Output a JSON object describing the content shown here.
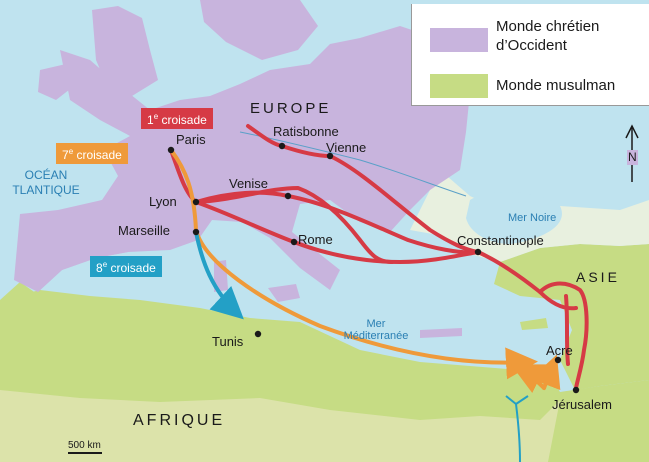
{
  "legend": {
    "christian": {
      "label_line1": "Monde chrétien",
      "label_line2": "d’Occident",
      "color": "#c8b4dd"
    },
    "muslim": {
      "label": "Monde musulman",
      "color": "#c6dc84"
    }
  },
  "colors": {
    "sea": "#bfe3ef",
    "land_other": "#f2efdf",
    "crusade_1": "#d63a45",
    "crusade_7": "#ef9a3a",
    "crusade_8": "#23a0c6"
  },
  "crusades": {
    "first": {
      "num": "1",
      "sup": "e",
      "text": " croisade"
    },
    "seventh": {
      "num": "7",
      "sup": "e",
      "text": " croisade"
    },
    "eighth": {
      "num": "8",
      "sup": "e",
      "text": " croisade"
    }
  },
  "cities": {
    "paris": "Paris",
    "ratisbonne": "Ratisbonne",
    "vienne": "Vienne",
    "lyon": "Lyon",
    "venise": "Venise",
    "marseille": "Marseille",
    "rome": "Rome",
    "constantinople": "Constantinople",
    "tunis": "Tunis",
    "acre": "Acre",
    "jerusalem": "Jérusalem"
  },
  "regions": {
    "europe": "EUROPE",
    "asie": "ASIE",
    "afrique": "AFRIQUE"
  },
  "seas": {
    "ocean_line1": "OCÉAN",
    "ocean_line2": "TLANTIQUE",
    "mer_noire": "Mer Noire",
    "med_line1": "Mer",
    "med_line2": "Méditerranée"
  },
  "compass": {
    "letter": "N"
  },
  "scale": {
    "label": "500 km"
  }
}
